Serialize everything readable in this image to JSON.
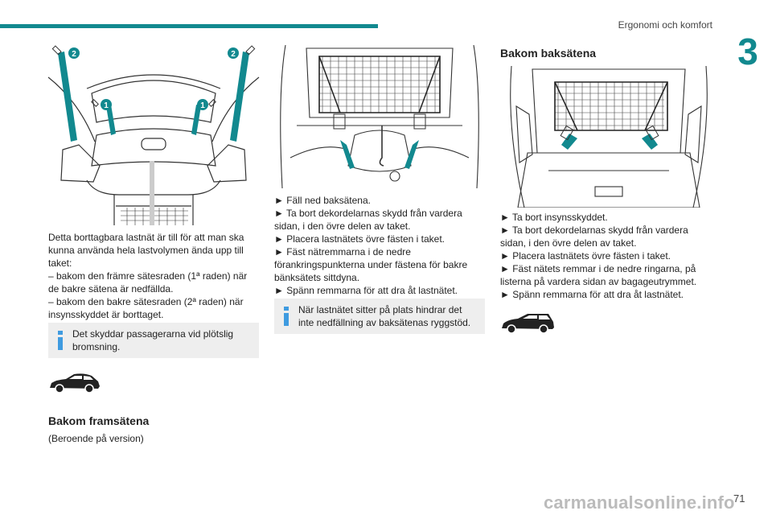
{
  "header": {
    "title": "Ergonomi och komfort",
    "chapter": "3"
  },
  "callouts": {
    "one": "1",
    "two": "2"
  },
  "column1": {
    "intro": "Detta borttagbara lastnät är till för att man ska kunna använda hela lastvolymen ända upp till taket:",
    "item1": "– bakom den främre sätesraden (1ª raden) när de bakre sätena är nedfällda.",
    "item2": "– bakom den bakre sätesraden (2ª raden) när insynsskyddet är borttaget.",
    "note": "Det skyddar passagerarna vid plötslig bromsning.",
    "section_title": "Bakom framsätena",
    "section_subtitle": "(Beroende på version)"
  },
  "column2": {
    "steps": [
      "► Fäll ned baksätena.",
      "► Ta bort dekordelarnas skydd från vardera sidan, i den övre delen av taket.",
      "► Placera lastnätets övre fästen i taket.",
      "► Fäst nätremmarna i de nedre förankringspunkterna under fästena för bakre bänksätets sittdyna.",
      "► Spänn remmarna för att dra åt lastnätet."
    ],
    "note": "När lastnätet sitter på plats hindrar det inte nedfällning av baksätenas ryggstöd."
  },
  "column3": {
    "section_title": "Bakom baksätena",
    "steps": [
      "► Ta bort insynsskyddet.",
      "► Ta bort dekordelarnas skydd från vardera sidan, i den övre delen av taket.",
      "► Placera lastnätets övre fästen i taket.",
      "► Fäst nätets remmar i de nedre ringarna, på listerna på vardera sidan av bagageutrymmet.",
      "► Spänn remmarna för att dra åt lastnätet."
    ]
  },
  "footer": {
    "page_number": "71",
    "watermark": "carmanualsonline.info"
  },
  "colors": {
    "accent": "#12898f",
    "note_bg": "#eeeeee",
    "info_icon": "#3f9be0"
  }
}
